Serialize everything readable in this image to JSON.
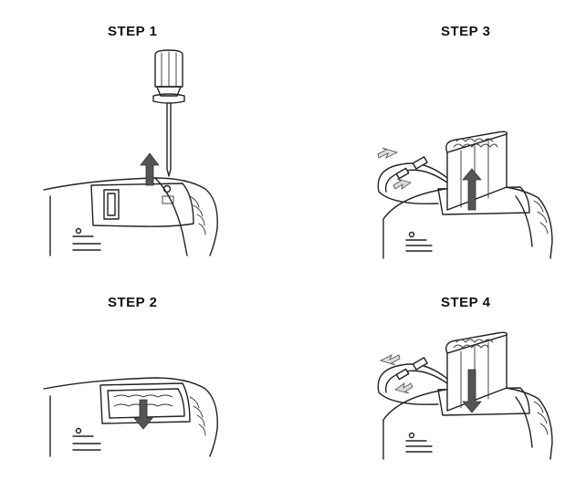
{
  "steps": [
    {
      "title": "STEP 1"
    },
    {
      "title": "STEP 2"
    },
    {
      "title": "STEP 3"
    },
    {
      "title": "STEP 4"
    }
  ]
}
